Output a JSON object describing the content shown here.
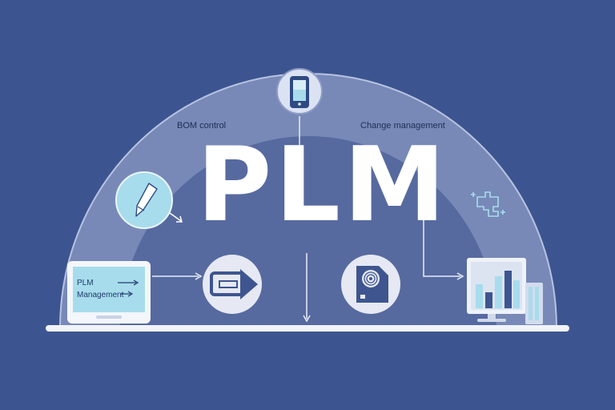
{
  "title": "PLM",
  "labels": {
    "left_arc": "BOM control",
    "right_arc": "Change management"
  },
  "laptop_screen": {
    "line1": "PLM",
    "line2": "Management"
  },
  "icons": {
    "top": "smartphone-icon",
    "left": "pen-icon",
    "center_left": "forward-document-icon",
    "center_right": "fingerprint-lock-icon",
    "right": "bar-chart-monitor-icon",
    "bottom_left": "laptop-icon",
    "floating": "puzzle-icon"
  },
  "colors": {
    "background": "#3c5590",
    "arc_outer": "#9aa8cf",
    "arc_inner": "#5b6ea3",
    "accent": "#a7dcec",
    "text": "#ffffff"
  }
}
